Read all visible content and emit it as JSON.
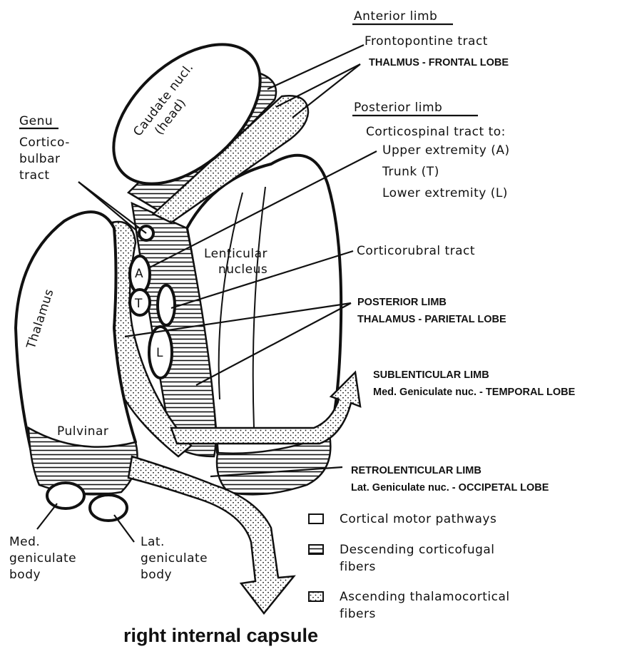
{
  "colors": {
    "ink": "#111111",
    "background": "#ffffff"
  },
  "title": "right internal capsule",
  "anterior": {
    "heading": "Anterior limb",
    "tract_1": "Frontopontine tract",
    "tract_2": "THALMUS - FRONTAL LOBE"
  },
  "genu": {
    "heading": "Genu",
    "tract_line1": "Cortico-",
    "tract_line2": "bulbar",
    "tract_line3": "tract"
  },
  "posterior": {
    "heading": "Posterior limb",
    "intro": "Corticospinal tract to:",
    "upper": "Upper extremity (A)",
    "trunk": "Trunk (T)",
    "lower": "Lower extremity (L)",
    "corticorubral": "Corticorubral tract",
    "bold_line1": "POSTERIOR LIMB",
    "bold_line2": "THALAMUS - PARIETAL LOBE"
  },
  "sublenticular": {
    "line1": "SUBLENTICULAR LIMB",
    "line2": "Med. Geniculate nuc. - TEMPORAL LOBE"
  },
  "retrolenticular": {
    "line1": "RETROLENTICULAR LIMB",
    "line2": "Lat. Geniculate nuc. - OCCIPETAL LOBE"
  },
  "structures": {
    "caudate_line1": "Caudate nucl.",
    "caudate_line2": "(head)",
    "lenticular_line1": "Lenticular",
    "lenticular_line2": "nucleus",
    "thalamus": "Thalamus",
    "pulvinar": "Pulvinar",
    "marker_a": "A",
    "marker_t": "T",
    "marker_l": "L"
  },
  "geniculate": {
    "med_line1": "Med.",
    "med_line2": "geniculate",
    "med_line3": "body",
    "lat_line1": "Lat.",
    "lat_line2": "geniculate",
    "lat_line3": "body"
  },
  "legend": {
    "motor": "Cortical motor pathways",
    "descending_line1": "Descending corticofugal",
    "descending_line2": "fibers",
    "ascending_line1": "Ascending thalamocortical",
    "ascending_line2": "fibers"
  }
}
